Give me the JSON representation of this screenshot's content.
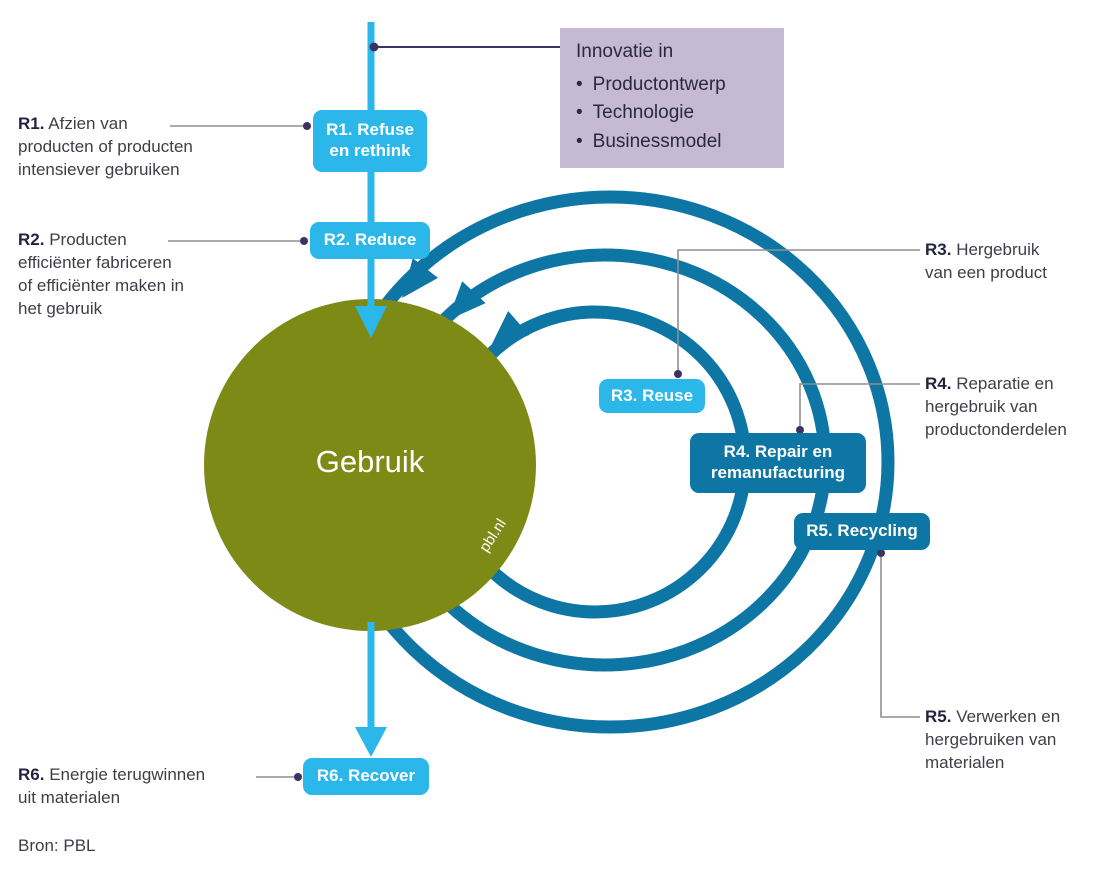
{
  "diagram": {
    "innovation": {
      "title": "Innovatie in",
      "items": [
        "Productontwerp",
        "Technologie",
        "Businessmodel"
      ]
    },
    "badges": {
      "r1": "R1. Refuse en rethink",
      "r2": "R2. Reduce",
      "r3": "R3. Reuse",
      "r4": "R4. Repair en remanufacturing",
      "r5": "R5. Recycling",
      "r6": "R6. Recover"
    },
    "annotations": {
      "r1": {
        "prefix": "R1.",
        "text": "Afzien van producten of producten intensiever gebruiken"
      },
      "r2": {
        "prefix": "R2.",
        "text": "Producten efficiënter fabriceren of efficiënter maken in het gebruik"
      },
      "r3": {
        "prefix": "R3.",
        "text": "Hergebruik van een product"
      },
      "r4": {
        "prefix": "R4.",
        "text": "Reparatie en hergebruik van productonderdelen"
      },
      "r5": {
        "prefix": "R5.",
        "text": "Verwerken en hergebruiken van materialen"
      },
      "r6": {
        "prefix": "R6.",
        "text": "Energie terugwinnen uit materialen"
      }
    },
    "circle_label": "Gebruik",
    "watermark": "pbl.nl",
    "source": "Bron: PBL",
    "colors": {
      "light_blue": "#2bb7ea",
      "dark_teal": "#0d76a4",
      "olive_green": "#7e8a16",
      "purple_box": "#c5b9d3",
      "connector_gray": "#8f8f8f",
      "ink": "#3e3e47"
    }
  }
}
